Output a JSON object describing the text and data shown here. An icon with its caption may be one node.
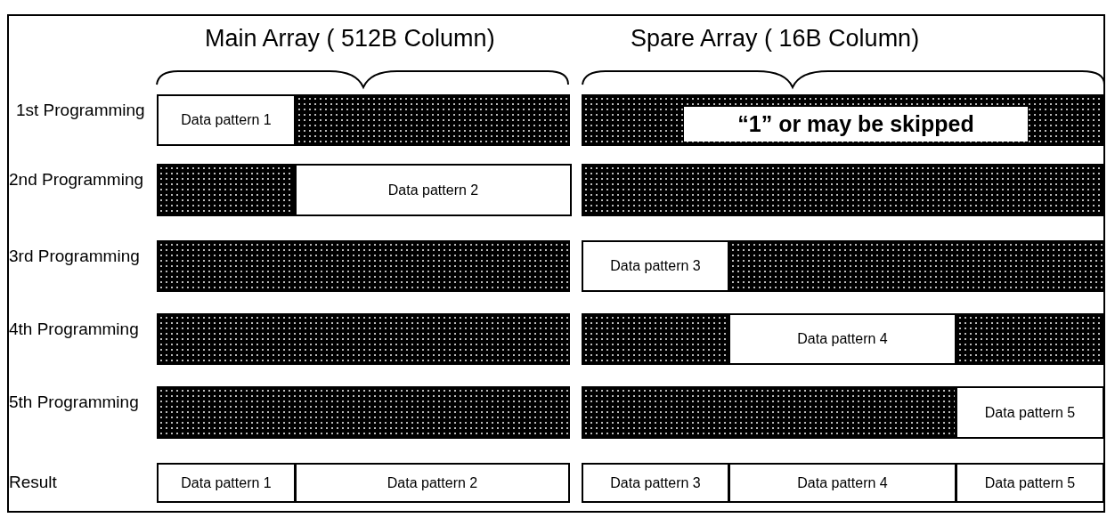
{
  "diagram": {
    "nodes": [
      {
        "text": [
          "Data pattern 1"
        ]
      },
      {
        "text": [],
        "shape": "bar"
      },
      {
        "text": [],
        "shape": "bar"
      },
      {
        "text": [
          "“1” or may be skipped"
        ],
        "in": 2
      },
      {
        "text": [],
        "shape": "bar"
      },
      {
        "text": [
          "Data pattern 2"
        ]
      },
      {
        "text": [],
        "shape": "bar"
      },
      {
        "text": [],
        "shape": "bar"
      },
      {
        "text": [
          "Data pattern 3"
        ]
      },
      {
        "text": [],
        "shape": "bar"
      },
      {
        "text": [],
        "shape": "bar"
      },
      {
        "text": [],
        "shape": "bar"
      },
      {
        "text": [
          "Data pattern 4"
        ]
      },
      {
        "text": [],
        "shape": "bar"
      },
      {
        "text": [],
        "shape": "bar"
      },
      {
        "text": [],
        "shape": "bar"
      },
      {
        "text": [
          "Data pattern 5"
        ]
      },
      {
        "text": [
          "Data pattern 1"
        ]
      },
      {
        "text": [
          "Data pattern 2"
        ]
      },
      {
        "text": [
          "Data pattern 3"
        ]
      },
      {
        "text": [
          "Data pattern 4"
        ]
      },
      {
        "text": [
          "Data pattern 5"
        ]
      }
    ],
    "edges": [],
    "labels": [
      "Main Array ( 512B Column)",
      "Spare Array ( 16B Column)",
      "1st Programming",
      "2nd Programming",
      "3rd Programming",
      "4th Programming",
      "5th Programming",
      "Result"
    ]
  }
}
